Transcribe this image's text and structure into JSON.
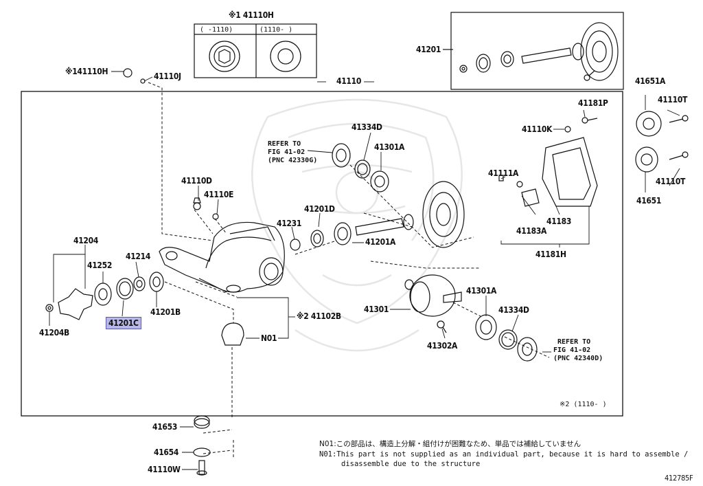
{
  "diagram_code": "412785F",
  "variant_box": {
    "part": "※1 41110H",
    "col1": "(  -1110)",
    "col2": "(1110-   )"
  },
  "labels": {
    "l41201": "41201",
    "l41110H": "※141110H",
    "l41110J": "41110J",
    "l41110": "41110",
    "l41651A": "41651A",
    "l41110T_a": "41110T",
    "l41110T_b": "41110T",
    "l41651": "41651",
    "l41181P": "41181P",
    "l41110K": "41110K",
    "l41334D_a": "41334D",
    "l41301A_a": "41301A",
    "l41111A": "41111A",
    "l41183": "41183",
    "l41183A": "41183A",
    "l41181H": "41181H",
    "l41110D": "41110D",
    "l41110E": "41110E",
    "l41201D": "41201D",
    "l41231": "41231",
    "l41201A": "41201A",
    "l41204": "41204",
    "l41252": "41252",
    "l41214": "41214",
    "l41201B": "41201B",
    "l41201C": "41201C",
    "l41204B": "41204B",
    "l41102B": "※2 41102B",
    "lN01": "N01",
    "l41301": "41301",
    "l41301A_b": "41301A",
    "l41334D_b": "41334D",
    "l41302A": "41302A",
    "l41653": "41653",
    "l41654": "41654",
    "l41110W": "41110W"
  },
  "refs": {
    "top": [
      "REFER TO",
      "FIG 41-02",
      "(PNC 42330G)"
    ],
    "right": [
      "REFER TO",
      "FIG 41-02",
      "(PNC 42340D)"
    ]
  },
  "footnote_variant": "※2 (1110-     )",
  "notes": {
    "jp": "N01:この部品は、構造上分解・組付けが困難なため、単品では補給していません",
    "en1": "N01:This part is not supplied as an individual part, because it is hard to assemble /",
    "en2": "disassemble due to the structure"
  },
  "highlight_part": "41201C"
}
